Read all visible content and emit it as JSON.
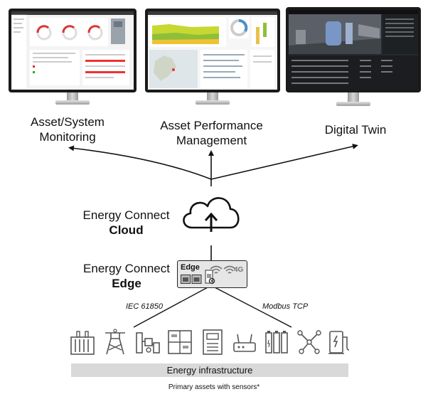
{
  "outputs": [
    {
      "caption_line1": "Asset/System",
      "caption_line2": "Monitoring",
      "screen": "asset-monitoring-dashboard"
    },
    {
      "caption_line1": "Asset Performance",
      "caption_line2": "Management",
      "screen": "performance-map-dashboard"
    },
    {
      "caption_line1": "Digital Twin",
      "caption_line2": "",
      "screen": "3d-substation-view"
    }
  ],
  "cloud": {
    "line1": "Energy Connect",
    "line2": "Cloud",
    "icon": "cloud-upload-icon"
  },
  "edge": {
    "line1": "Energy Connect",
    "line2": "Edge",
    "device_label": "Edge",
    "device_badge": "4G",
    "icon": "wifi-icon"
  },
  "protocols": {
    "left": "IEC 61850",
    "right": "Modbus TCP"
  },
  "infrastructure": {
    "label": "Energy infrastructure",
    "footnote": "Primary assets with sensors*",
    "icons": [
      "transformer-icon",
      "substation-icon",
      "industrial-plant-icon",
      "switchgear-icon",
      "cabinet-icon",
      "router-icon",
      "battery-storage-icon",
      "network-icon",
      "ev-charger-icon"
    ]
  },
  "colors": {
    "line": "#111111",
    "bar": "#d9d9d9",
    "device": "#e6e6e6"
  }
}
